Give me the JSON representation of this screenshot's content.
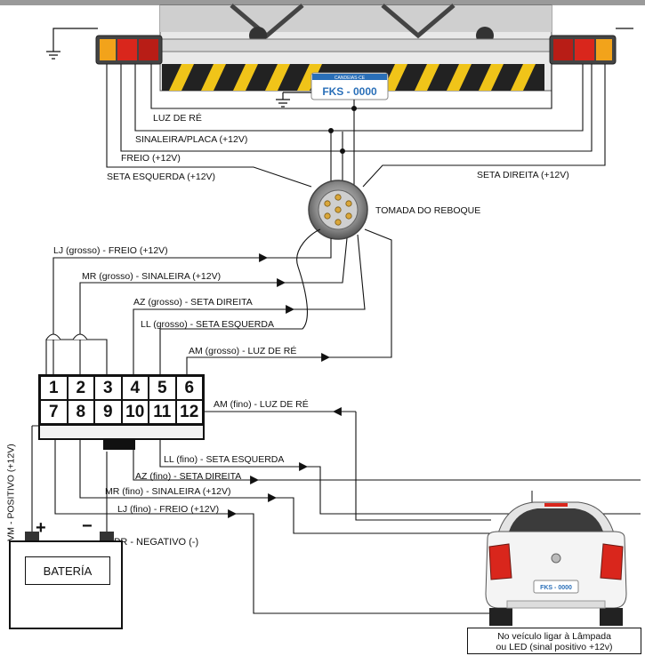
{
  "trailer": {
    "plate_state": "CANDEIAS·CE",
    "plate_number": "FKS - 0000"
  },
  "wires_top": {
    "luz_de_re": "LUZ DE RÉ",
    "sinaleira": "SINALEIRA/PLACA (+12V)",
    "freio": "FREIO (+12V)",
    "seta_esquerda": "SETA ESQUERDA (+12V)",
    "seta_direita": "SETA DIREITA (+12V)"
  },
  "socket": {
    "label": "TOMADA DO REBOQUE"
  },
  "thick_wires": {
    "lj": "LJ (grosso) - FREIO (+12V)",
    "mr": "MR (grosso) - SINALEIRA (+12V)",
    "az": "AZ (grosso) - SETA DIREITA",
    "ll": "LL (grosso) - SETA ESQUERDA",
    "am": "AM (grosso) - LUZ DE RÉ"
  },
  "connector": {
    "pins_top": [
      "1",
      "2",
      "3",
      "4",
      "5",
      "6"
    ],
    "pins_bottom": [
      "7",
      "8",
      "9",
      "10",
      "11",
      "12"
    ]
  },
  "thin_wires": {
    "am": "AM (fino) - LUZ DE RÉ",
    "ll": "LL (fino) - SETA ESQUERDA",
    "az": "AZ (fino) - SETA DIREITA",
    "mr": "MR (fino) - SINALEIRA (+12V)",
    "lj": "LJ (fino) - FREIO (+12V)"
  },
  "power": {
    "vm": "VM - POSITIVO (+12V)",
    "pr": "PR - NEGATIVO (-)",
    "plus": "+",
    "minus": "−",
    "battery": "BATERÍA"
  },
  "car": {
    "plate_number": "FKS - 0000",
    "note_line1": "No veículo ligar à Lâmpada",
    "note_line2": "ou LED  (sinal positivo +12v)"
  },
  "colors": {
    "wire": "#111111",
    "lamp_red": "#d9261c",
    "lamp_amber": "#f2a31b",
    "hazard_yellow": "#f0c419",
    "car_body": "#f4f4f4",
    "plate_blue": "#2a6fb8"
  }
}
